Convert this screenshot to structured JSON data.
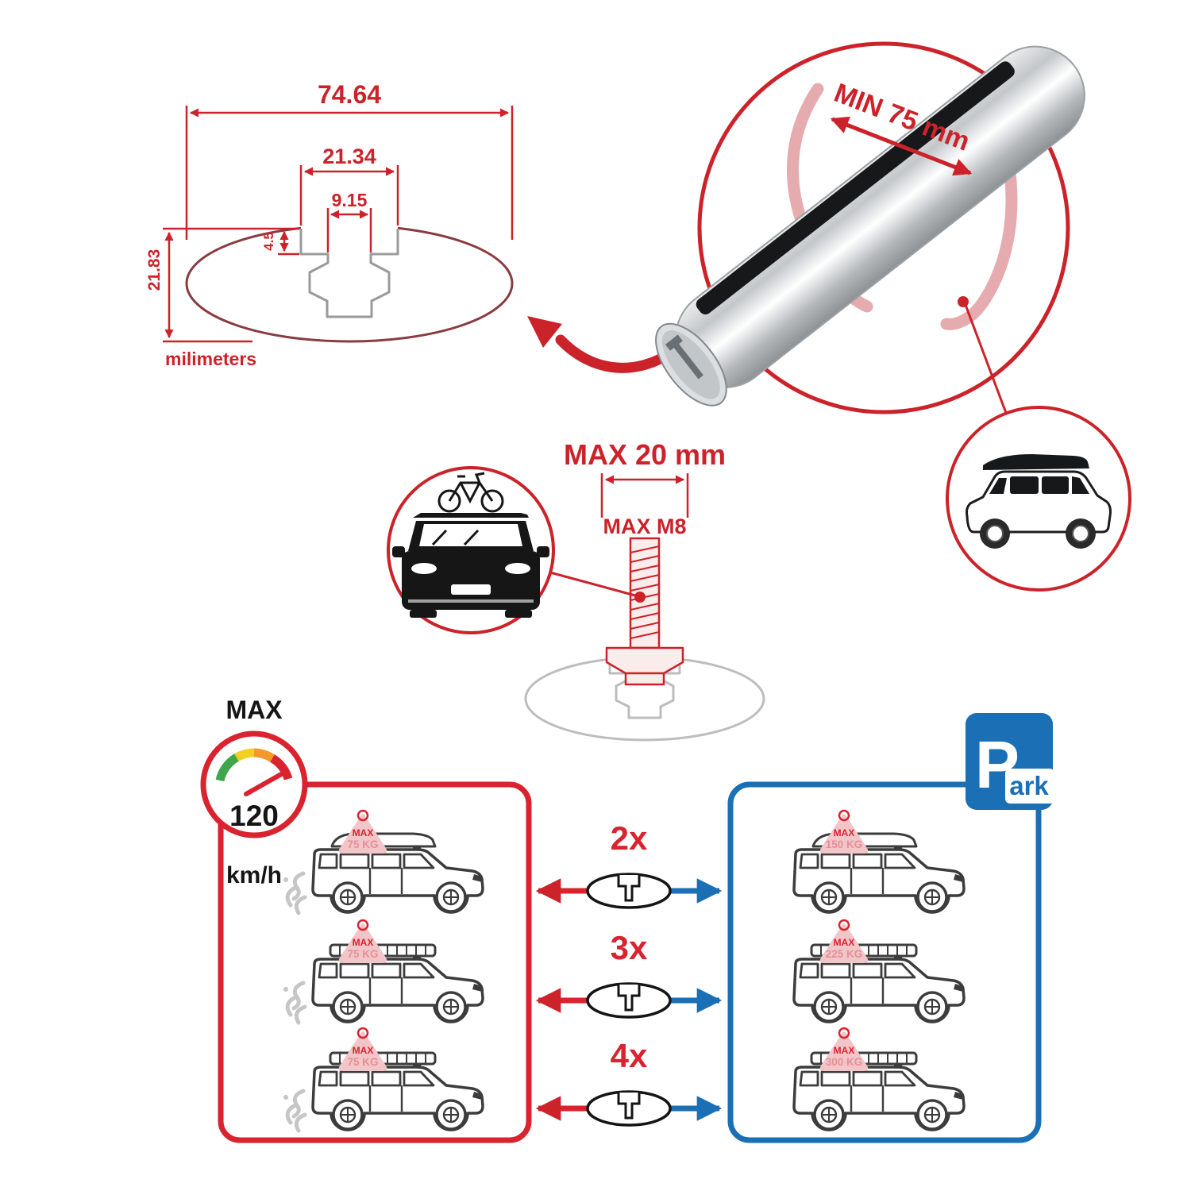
{
  "colors": {
    "accent_red": "#cc2229",
    "panel_red": "#d9232e",
    "panel_blue": "#1a6fb5",
    "profile_gray": "#9a9a9a",
    "ghost_gray": "#bdbdbd",
    "tag_pink": "#f2c5c9"
  },
  "cross_section": {
    "width_total": "74.64",
    "slot_outer": "21.34",
    "slot_inner": "9.15",
    "lip_depth": "4.5",
    "height": "21.83",
    "units_label": "milimeters"
  },
  "bar_callout": {
    "min_clamp_span": "MIN 75 mm"
  },
  "bolt": {
    "max_width": "MAX 20 mm",
    "max_thread": "MAX M8"
  },
  "speed_limit": {
    "label": "MAX",
    "value": "120",
    "units": "km/h"
  },
  "parking_sign": {
    "letter": "P",
    "suffix": "ark"
  },
  "load_rows": [
    {
      "multiplier": "2x",
      "left": {
        "label": "MAX",
        "value": "75 KG"
      },
      "right": {
        "label": "MAX",
        "value": "150 KG"
      }
    },
    {
      "multiplier": "3x",
      "left": {
        "label": "MAX",
        "value": "75 KG"
      },
      "right": {
        "label": "MAX",
        "value": "225 KG"
      }
    },
    {
      "multiplier": "4x",
      "left": {
        "label": "MAX",
        "value": "75 KG"
      },
      "right": {
        "label": "MAX",
        "value": "300 KG"
      }
    }
  ]
}
